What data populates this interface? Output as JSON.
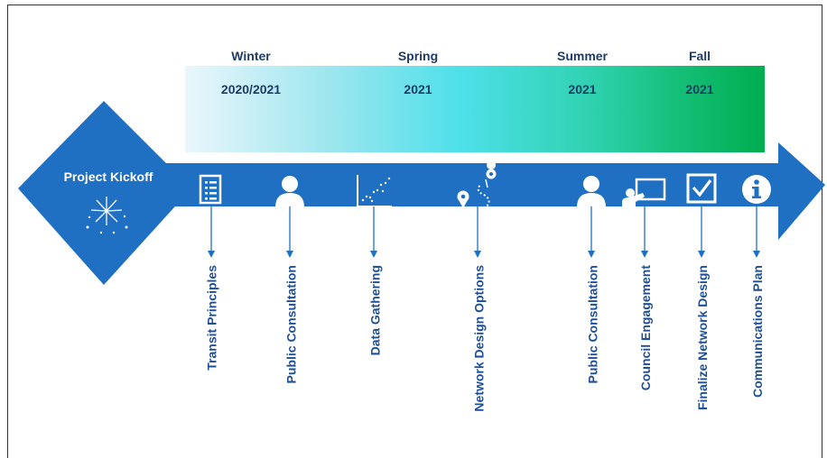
{
  "seasons": [
    {
      "season": "Winter",
      "year": "2020/2021"
    },
    {
      "season": "Spring",
      "year": "2021"
    },
    {
      "season": "Summer",
      "year": "2021"
    },
    {
      "season": "Fall",
      "year": "2021"
    }
  ],
  "kickoff": {
    "label": "Project Kickoff",
    "icon": "fireworks-icon"
  },
  "milestones": [
    {
      "label": "Transit Principles",
      "icon": "checklist-icon"
    },
    {
      "label": "Public Consultation",
      "icon": "person-icon"
    },
    {
      "label": "Data Gathering",
      "icon": "scatter-plot-icon"
    },
    {
      "label": "Network  Design Options",
      "icon": "route-map-icon"
    },
    {
      "label": "Public Consultation",
      "icon": "person-icon"
    },
    {
      "label": "Council Engagement",
      "icon": "presenter-board-icon"
    },
    {
      "label": "Finalize Network Design",
      "icon": "checkbox-icon"
    },
    {
      "label": "Communications Plan",
      "icon": "info-icon"
    }
  ],
  "colors": {
    "arrow": "#1f6fc2",
    "text": "#1f4f96",
    "header_text": "#1f3c66",
    "band_start": "#eaf7fc",
    "band_end": "#00ad4f"
  }
}
